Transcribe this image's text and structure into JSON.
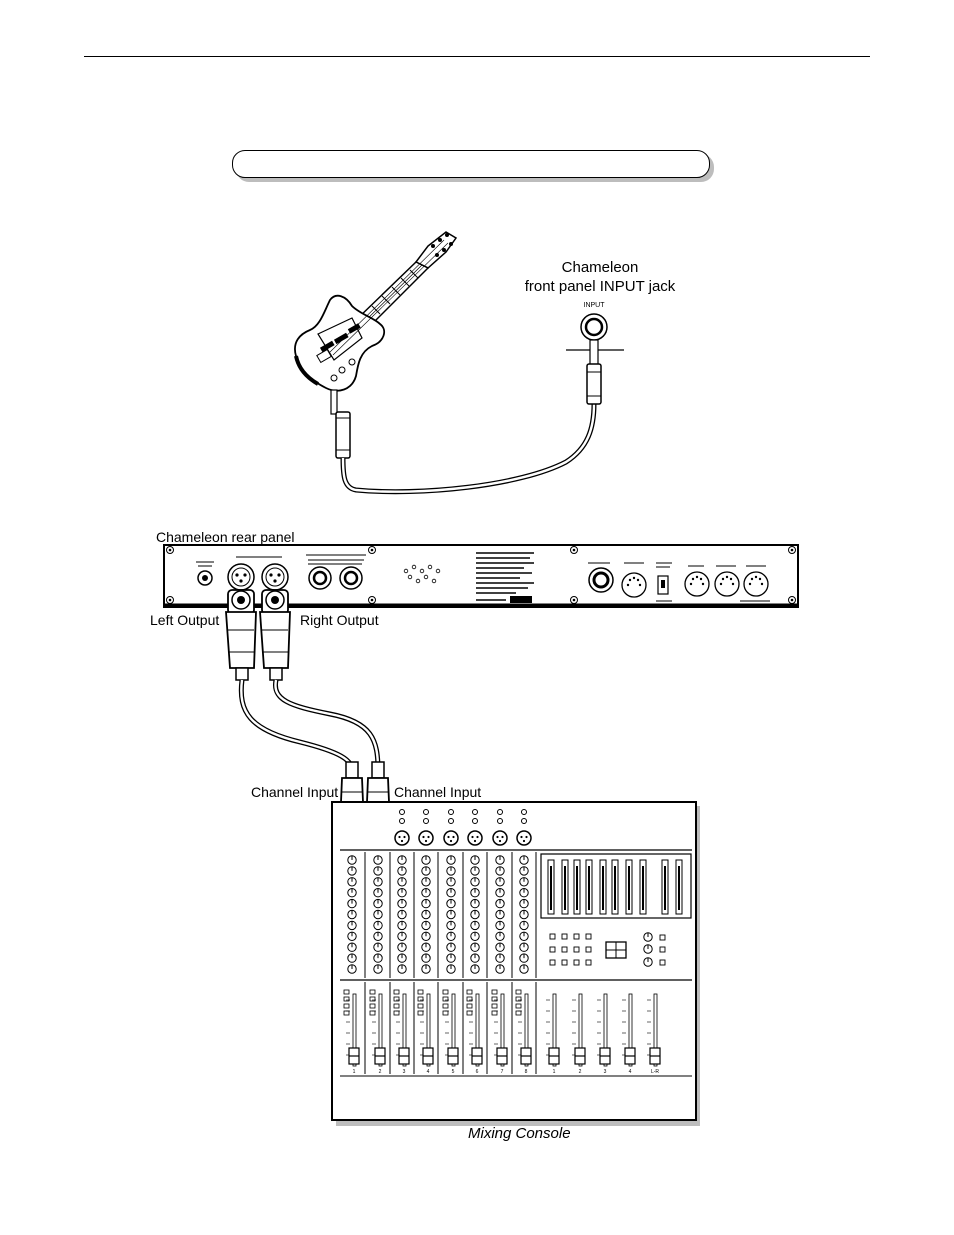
{
  "labels": {
    "chameleon_title": "Chameleon",
    "front_jack": "front panel INPUT jack",
    "input_jack_tag": "INPUT",
    "rear_panel": "Chameleon rear panel",
    "left_output": "Left Output",
    "right_output": "Right Output",
    "channel_input_1": "Channel Input",
    "channel_input_2": "Channel Input",
    "mixing_console": "Mixing Console"
  },
  "mixer": {
    "channel_numbers": [
      "1",
      "2",
      "3",
      "4",
      "5",
      "6",
      "7",
      "8"
    ],
    "group_numbers": [
      "1",
      "2",
      "3",
      "4",
      "L-R"
    ]
  },
  "colors": {
    "ink": "#000000",
    "shadow": "#bdbdbd",
    "paper": "#ffffff"
  }
}
